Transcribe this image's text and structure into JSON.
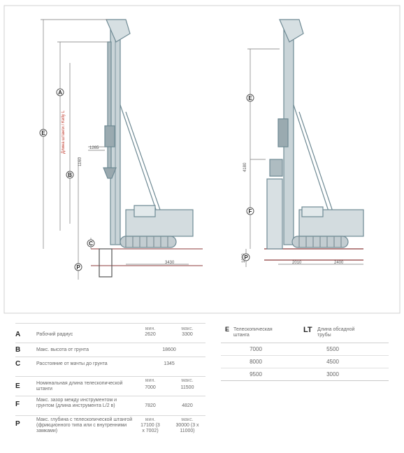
{
  "left_rig": {
    "dim_labels": {
      "vertical_side": "Длина штанги / Kelly L",
      "mid_1": "1265",
      "mid_2": "1160",
      "width": "3430"
    },
    "letters": {
      "a": "E",
      "b": "A",
      "c": "B",
      "d": "C",
      "e": "P"
    }
  },
  "right_rig": {
    "dim_labels": {
      "left_1": "4180",
      "bottom_1": "2010",
      "bottom_2": "2400",
      "small": "1000"
    },
    "letters": {
      "a": "E",
      "b": "F",
      "c": "P"
    }
  },
  "left_table": {
    "header": {
      "min": "мин.",
      "max": "макс."
    },
    "rows": [
      {
        "letter": "A",
        "desc": "Рабочий радиус",
        "v1": "2620",
        "v2": "3300",
        "v1_head": "мин.",
        "v2_head": "макс."
      },
      {
        "letter": "B",
        "desc": "Макс. высота от грунта",
        "v1": "",
        "v2": "",
        "center": "18600"
      },
      {
        "letter": "C",
        "desc": "Расстояние от мачты до грунта",
        "v1": "",
        "v2": "",
        "center": "1345"
      },
      {
        "letter": "E",
        "desc": "Номинальная длина телескопической штанги",
        "v1": "7000",
        "v2": "11500",
        "v1_head": "мин.",
        "v2_head": "макс."
      },
      {
        "letter": "F",
        "desc": "Макс. зазор между инструментом и грунтом (длина инструмента L/2 в)",
        "v1": "7820",
        "v2": "4820"
      },
      {
        "letter": "P",
        "desc": "Макс. глубина с телескопической штангой (фрикционного типа или с внутренними замками)",
        "v1": "17100 (3 x 7002)",
        "v2": "30000 (3 x 11000)",
        "v1_head": "мин.",
        "v2_head": "макс."
      }
    ]
  },
  "right_table": {
    "head_e_letter": "E",
    "head_e_text": "Телескопическая штанга",
    "head_lt_letter": "LT",
    "head_lt_text": "Длина обсадной трубы",
    "rows": [
      {
        "e": "7000",
        "lt": "5500"
      },
      {
        "e": "8000",
        "lt": "4500"
      },
      {
        "e": "9500",
        "lt": "3000"
      }
    ]
  }
}
